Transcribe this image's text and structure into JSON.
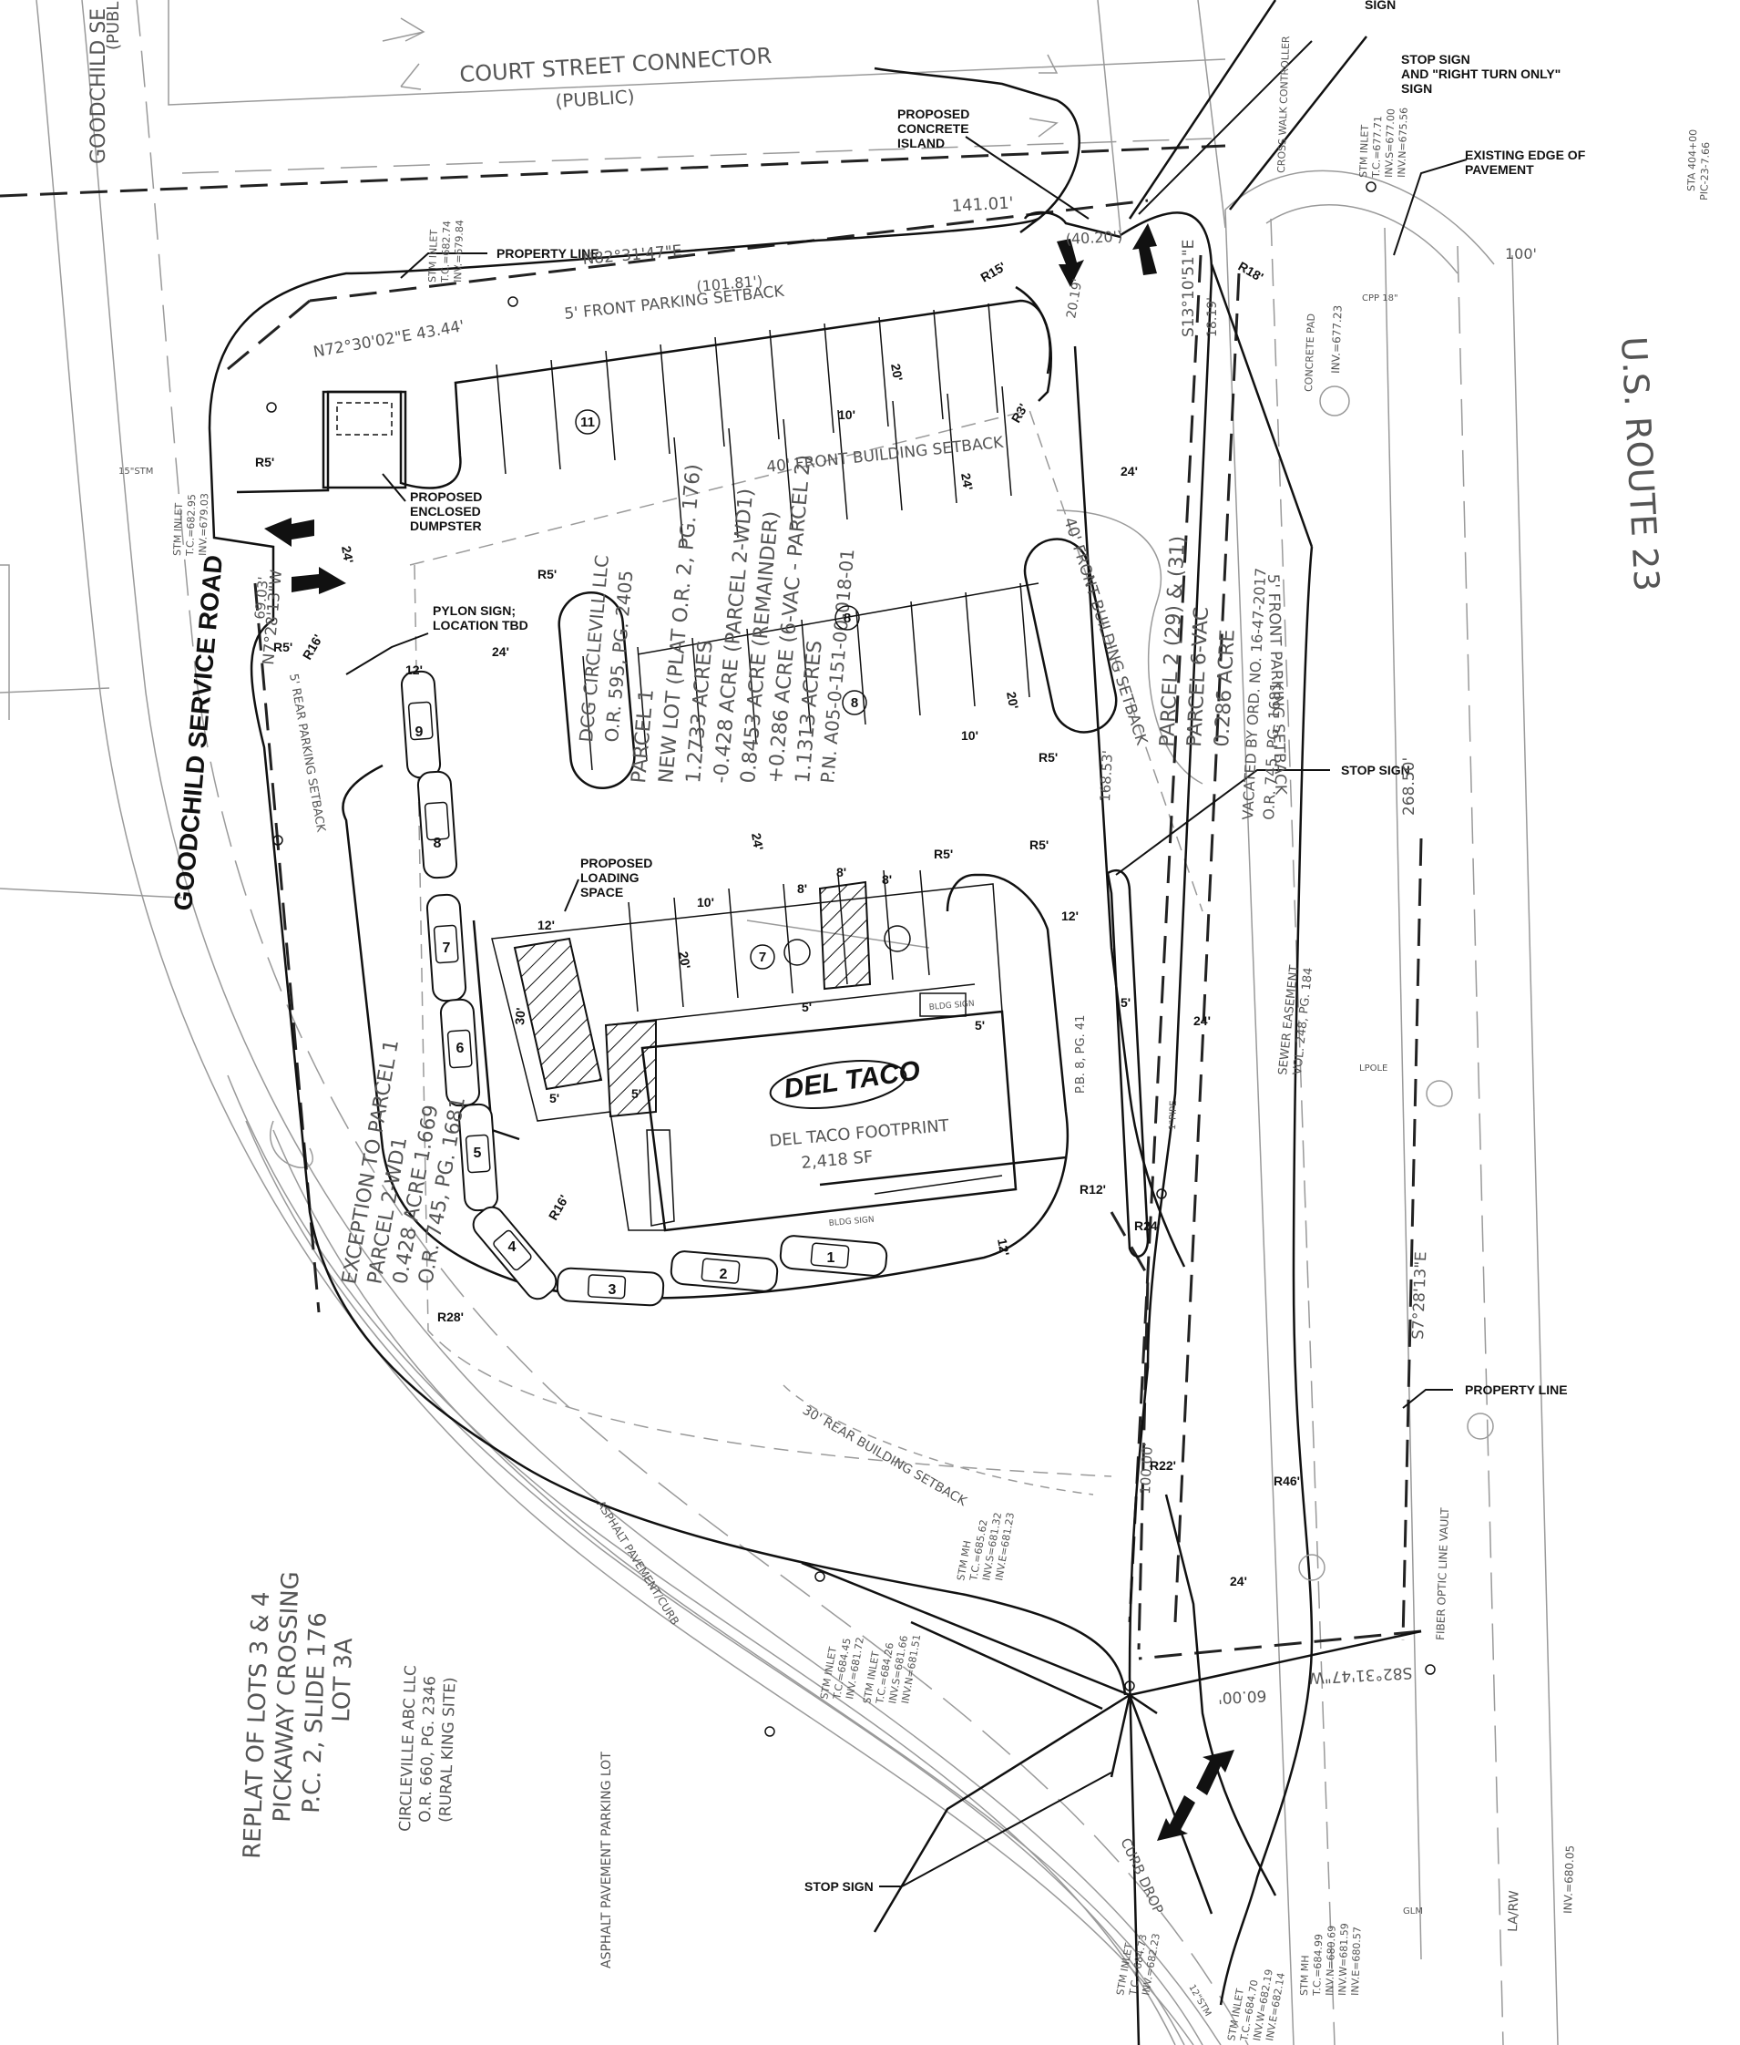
{
  "streets": {
    "court_street": "COURT STREET CONNECTOR",
    "court_street_public": "(PUBLIC)",
    "goodchild_service_road": "GOODCHILD SERVICE ROAD",
    "goodchild_top": "GOODCHILD SE",
    "goodchild_top_public": "(PUBL",
    "us_route_23": "U.S. ROUTE 23"
  },
  "callouts": {
    "sign_top": "SIGN",
    "stop_sign_right_turn_1": "STOP SIGN",
    "stop_sign_right_turn_2": "AND \"RIGHT TURN ONLY\"",
    "stop_sign_right_turn_3": "SIGN",
    "existing_edge_1": "EXISTING EDGE OF",
    "existing_edge_2": "PAVEMENT",
    "concrete_island_1": "PROPOSED",
    "concrete_island_2": "CONCRETE",
    "concrete_island_3": "ISLAND",
    "property_line_top": "PROPERTY LINE",
    "dumpster_1": "PROPOSED",
    "dumpster_2": "ENCLOSED",
    "dumpster_3": "DUMPSTER",
    "pylon_1": "PYLON SIGN;",
    "pylon_2": "LOCATION TBD",
    "loading_1": "PROPOSED",
    "loading_2": "LOADING",
    "loading_3": "SPACE",
    "stop_sign_right": "STOP SIGN",
    "property_line_right": "PROPERTY LINE",
    "stop_sign_bottom": "STOP SIGN"
  },
  "building": {
    "brand": "DEL TACO",
    "footprint": "DEL TACO FOOTPRINT",
    "area": "2,418 SF",
    "bldg_sign_top": "BLDG SIGN",
    "bldg_sign_bottom": "BLDG SIGN"
  },
  "parcel_text": {
    "owner": "DCG CIRCLEVILL LLC",
    "owner_ref": "O.R. 595, PG. 2405",
    "parcel": "PARCEL 1",
    "new_lot": "NEW LOT (PLAT O.R. 2, PG. 176)",
    "acres1": "1.2733 ACRES",
    "acres2": "-0.428 ACRE (PARCEL 2-WD1)",
    "acres3": "0.8453 ACRE (REMAINDER)",
    "acres4": "+0.286 ACRE (6-VAC - PARCEL 2)",
    "acres5": "1.1313 ACRES",
    "pn": "P.N. A05-0-151-00-018-01",
    "right_parcel1": "PARCEL 2 (29) & (31)",
    "right_parcel2": "PARCEL 6-VAC",
    "right_parcel3": "0.286 ACRE",
    "right_parcel4": "VACATED BY ORD. NO. 16-47-2017",
    "right_parcel5": "O.R. 745, PG. 1681",
    "exception1": "EXCEPTION TO PARCEL 1",
    "exception2": "PARCEL 2-WD1",
    "exception3": "0.428 ACRE 1.669",
    "exception4": "O.R. 745, PG. 1681",
    "replat1": "REPLAT OF LOTS 3 & 4",
    "replat2": "PICKAWAY CROSSING",
    "replat3": "P.C. 2, SLIDE 176",
    "replat4": "LOT 3A",
    "circleville1": "CIRCLEVILLE ABC LLC",
    "circleville2": "O.R. 660, PG. 2346",
    "circleville3": "(RURAL KING SITE)",
    "asphalt_lot": "ASPHALT PAVEMENT PARKING LOT",
    "asphalt_curb": "ASPHALT PAVEMENT/CURB",
    "curb_drop": "CURB DROP",
    "easement_left": "P.B. 8, PG. 41",
    "easement_right1": "SEWER EASEMENT",
    "easement_right2": "VOL. 248, PG. 184",
    "fiber": "FIBER OPTIC LINE VAULT",
    "concrete_pad": "CONCRETE PAD",
    "cross_walk": "CROSS WALK CONTROLLER"
  },
  "dimensions": {
    "front_parking": "5' FRONT PARKING SETBACK",
    "front_building": "40' FRONT BUILDING SETBACK",
    "front_building_right": "40' FRONT BUILDING SETBACK",
    "front_parking_right": "5' FRONT PARKING SETBACK",
    "rear_parking": "5' REAR PARKING SETBACK",
    "rear_building": "30' REAR BUILDING SETBACK",
    "d_141": "141.01'",
    "d_101": "(101.81')",
    "d_40": "(40.20')",
    "d_100": "100'",
    "bearing_top": "N82°31'47\"E",
    "bearing_nw": "N72°30'02\"E 43.44'",
    "bearing_left": "N7°28'13\"W",
    "bearing_right": "S13°10'51\"E",
    "bearing_right2": "S7°28'13\"E",
    "bearing_bottom": "S82°31'47\"W",
    "d_60": "60.00'",
    "d_268": "268.50'",
    "d_168": "168.53'",
    "d_100b": "100.00'",
    "d_69": "69.03'",
    "d_18_19": "18.19'",
    "d_20_19": "20.19'",
    "d_24": "24'",
    "d_20": "20'",
    "d_10": "10'",
    "d_12": "12'",
    "d_8": "8'",
    "d_5": "5'",
    "d_30": "30'",
    "r5": "R5'",
    "r3": "R3'",
    "r15": "R15'",
    "r16": "R16'",
    "r12": "R12'",
    "r24": "R24'",
    "r28": "R28'",
    "r22": "R22'",
    "r46": "R46'",
    "r18": "R18'"
  },
  "parking_counts": {
    "top_row": "11",
    "mid_row_a": "8",
    "mid_row_b": "8",
    "bottom_row": "7"
  },
  "cars": [
    "1",
    "2",
    "3",
    "4",
    "5",
    "6",
    "7",
    "8",
    "9"
  ],
  "utilities": {
    "stm_inlet_top": "STM INLET",
    "tc_682_74": "T.C.=682.74",
    "inv_679_84": "INV.=679.84",
    "stm_inlet_left": "STM INLET",
    "tc_682_95": "T.C.=682.95",
    "inv_679_03": "INV.=679.03",
    "stm_inlet_tr": "STM INLET",
    "tc_677_71": "T.C.=677.71",
    "inv_677_00": "INV.S=677.00",
    "inv_675_56": "INV.N=675.56",
    "stm_mh_mid": "STM MH",
    "tc_685_62": "T.C.=685.62",
    "inv_681_32": "INV.S=681.32",
    "inv_681_23": "INV.E=681.23",
    "stm_inlet_b1": "STM INLET",
    "tc_684_45": "T.C.=684.45",
    "inv_681_72": "INV.=681.72",
    "stm_inlet_b2": "STM INLET",
    "tc_684_26": "T.C.=684.26",
    "inv_681_66": "INV.S=681.66",
    "inv_681_51": "INV.N=681.51",
    "stm_inlet_b3": "STM INLET",
    "tc_684_73": "T.C.=684.73",
    "inv_682_23": "INV.=682.23",
    "stm_inlet_b4": "STM INLET",
    "tc_684_70": "T.C.=684.70",
    "inv_682_19": "INV.W=682.19",
    "inv_682_14": "INV.E=682.14",
    "stm_mh_b": "STM MH",
    "tc_684_99": "T.C.=684.99",
    "inv_680_69": "INV.N=680.69",
    "inv_681_59": "INV.W=681.59",
    "inv_680_57": "INV.E=680.57",
    "inv_677_23": "INV.=677.23",
    "inv_680_05": "INV.=680.05",
    "cpp_18": "CPP 18\"",
    "stm_15": "15\"STM",
    "stm_12": "12\"STM",
    "sta": "STA 404+00",
    "pic": "PIC-23-7.66",
    "la_rw": "LA/RW",
    "lpole": "LPOLE",
    "ipipe": "1\"PIPE",
    "glm": "GLM"
  }
}
